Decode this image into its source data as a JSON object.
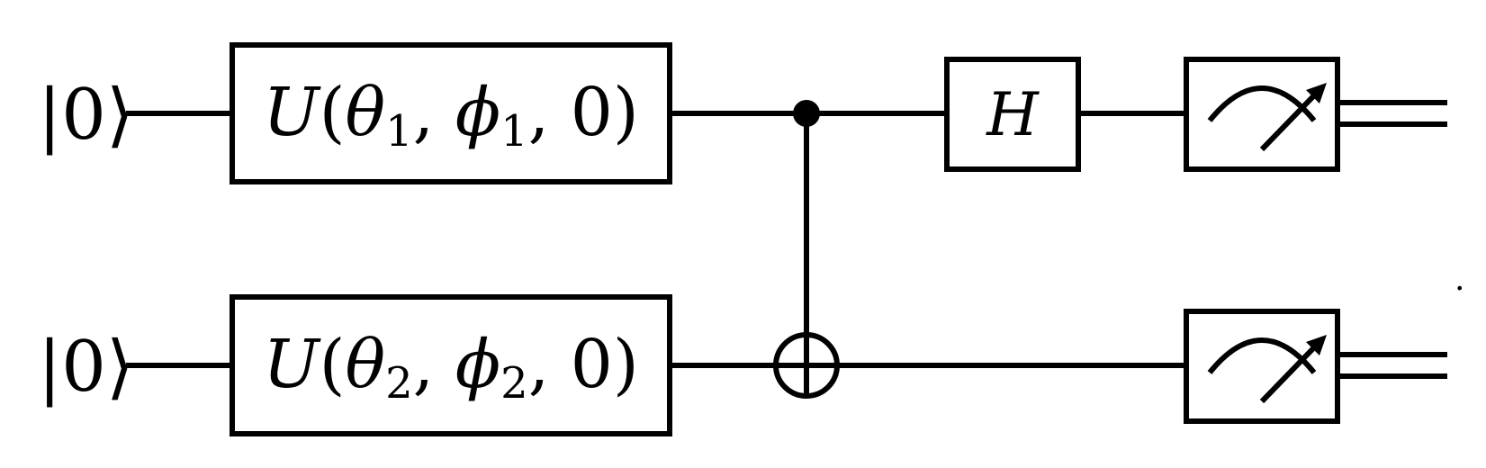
{
  "diagram": {
    "qubits": [
      {
        "initial_state": "|0⟩",
        "gate": {
          "op": "U",
          "args": [
            {
              "sym": "θ",
              "sub": "1"
            },
            {
              "sym": "ϕ",
              "sub": "1"
            },
            {
              "sym": "0",
              "sub": ""
            }
          ]
        }
      },
      {
        "initial_state": "|0⟩",
        "gate": {
          "op": "U",
          "args": [
            {
              "sym": "θ",
              "sub": "2"
            },
            {
              "sym": "ϕ",
              "sub": "2"
            },
            {
              "sym": "0",
              "sub": ""
            }
          ]
        }
      }
    ],
    "hadamard_label": "H",
    "stray_mark": "."
  }
}
